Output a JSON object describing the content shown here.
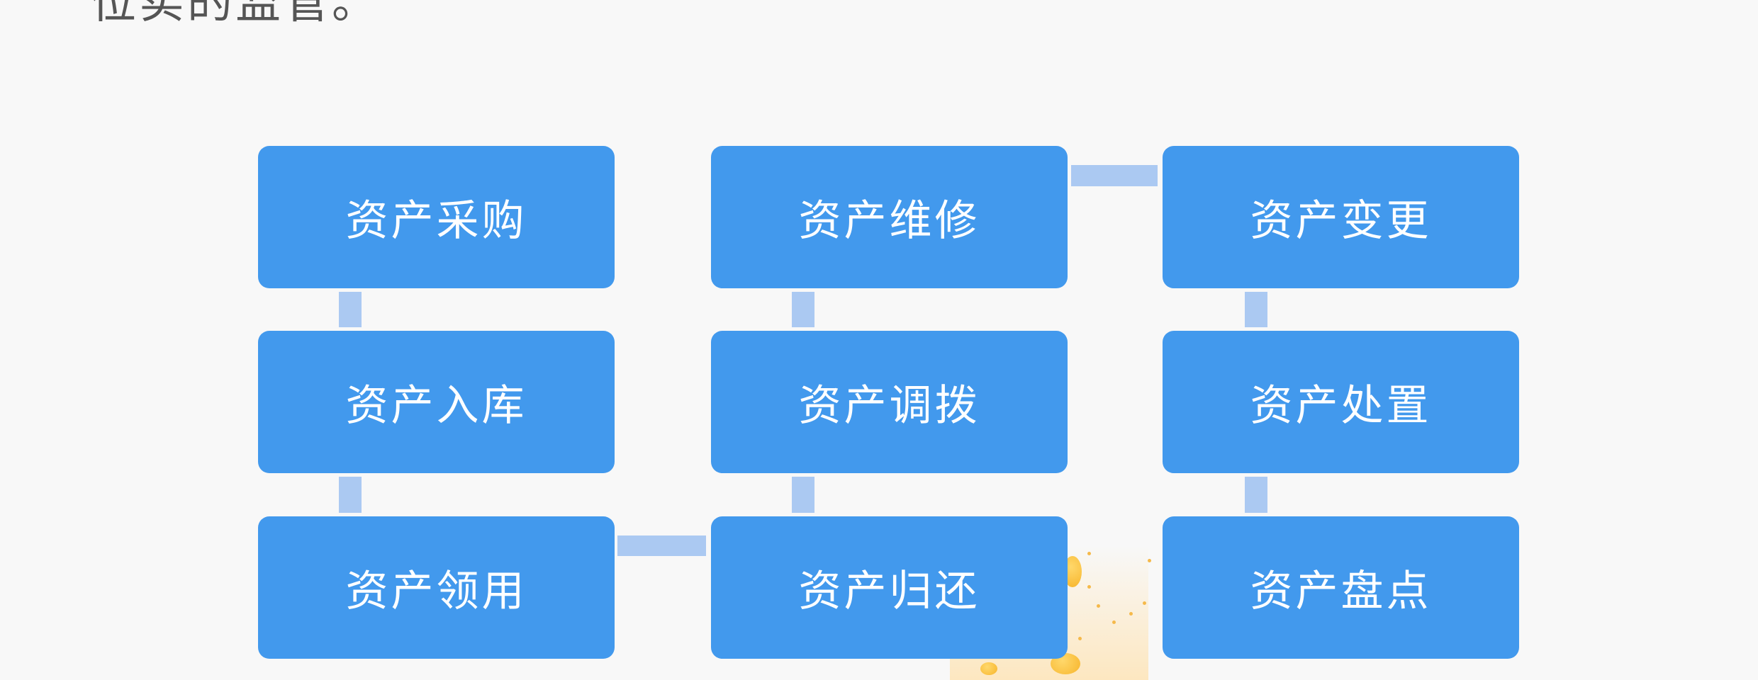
{
  "intro_text": "位实的监管。",
  "flow": {
    "steps": [
      {
        "label": "资产采购"
      },
      {
        "label": "资产入库"
      },
      {
        "label": "资产领用"
      },
      {
        "label": "资产归还"
      },
      {
        "label": "资产调拨"
      },
      {
        "label": "资产维修"
      },
      {
        "label": "资产变更"
      },
      {
        "label": "资产处置"
      },
      {
        "label": "资产盘点"
      }
    ]
  },
  "colors": {
    "box": "#4299ed",
    "connector": "#abc9f2",
    "background": "#f8f8f8"
  }
}
